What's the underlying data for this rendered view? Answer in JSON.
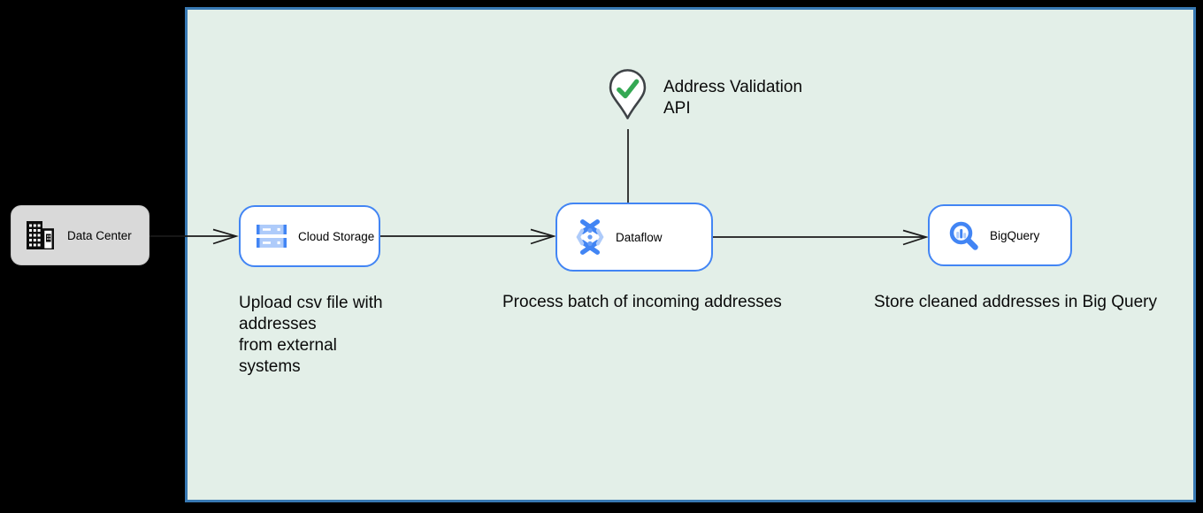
{
  "colors": {
    "canvas_bg": "#000000",
    "boundary_fill": "#e3efe8",
    "boundary_border": "#3879b3",
    "node_border_blue": "#4285f4",
    "gcp_light_blue": "#aecbfa",
    "datacenter_fill": "#d9d9d9",
    "check_green": "#34a853",
    "edge_stroke": "#1a1a1a"
  },
  "datacenter": {
    "label": "Data Center",
    "icon": "building-icon"
  },
  "nodes": [
    {
      "label": "Cloud Storage",
      "icon": "cloud-storage-icon",
      "caption": "Upload csv file with\naddresses\nfrom external\nsystems"
    },
    {
      "label": "Dataflow",
      "icon": "dataflow-icon",
      "caption": "Process batch of incoming addresses"
    },
    {
      "label": "BigQuery",
      "icon": "bigquery-icon",
      "caption": "Store cleaned addresses in Big Query"
    }
  ],
  "api_marker": {
    "label": "Address Validation\nAPI",
    "icon": "map-pin-check-icon"
  },
  "edges": [
    {
      "name": "datacenter-to-cloudstorage"
    },
    {
      "name": "cloudstorage-to-dataflow"
    },
    {
      "name": "dataflow-to-bigquery"
    },
    {
      "name": "validation-api-to-dataflow"
    }
  ]
}
